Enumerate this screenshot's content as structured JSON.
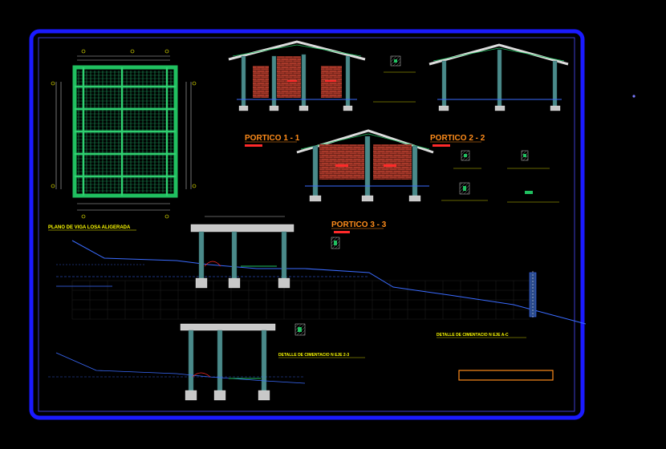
{
  "drawing": {
    "plan_title": "PLANO DE VIGA LOSA ALIGERADA",
    "portico_1": "PORTICO 1 - 1",
    "portico_2": "PORTICO 2 - 2",
    "portico_3": "PORTICO 3 - 3",
    "detalle_1": "DETALLE DE CIMENTACIO N EJE A-C",
    "detalle_2": "DETALLE DE CIMENTACIO N EJE 2-3"
  },
  "colors": {
    "background": "#000000",
    "frame": "#1a1aff",
    "title_orange": "#ff8c1a",
    "label_yellow": "#ffff00",
    "grid_green": "#1fa060",
    "brick_red": "#b03a2a",
    "column_teal": "#4a8a8a",
    "ground_blue": "#3a6bff"
  }
}
